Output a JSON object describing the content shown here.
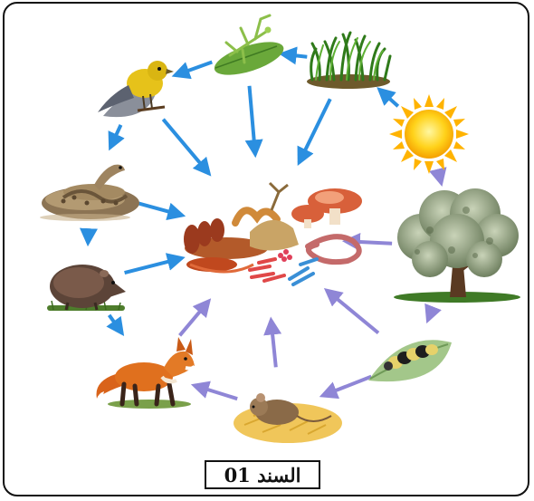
{
  "caption": "السند 01",
  "colors": {
    "arrow_blue": "#2b8fe0",
    "arrow_purple": "#8f86d6",
    "frame": "#111111"
  },
  "organisms": [
    {
      "id": "sun",
      "icon": "sun-icon"
    },
    {
      "id": "grass",
      "icon": "grass-icon"
    },
    {
      "id": "mantis",
      "icon": "mantis-icon"
    },
    {
      "id": "bird",
      "icon": "bird-icon"
    },
    {
      "id": "snake",
      "icon": "snake-icon"
    },
    {
      "id": "shrew",
      "icon": "shrew-icon"
    },
    {
      "id": "fox",
      "icon": "fox-icon"
    },
    {
      "id": "mouse",
      "icon": "mouse-icon"
    },
    {
      "id": "caterpillar",
      "icon": "caterpillar-icon"
    },
    {
      "id": "tree",
      "icon": "tree-icon"
    },
    {
      "id": "decomposers",
      "icon": "decomposers-icon"
    }
  ],
  "links": [
    {
      "from": "sun",
      "to": "grass",
      "color": "blue"
    },
    {
      "from": "sun",
      "to": "tree",
      "color": "purple"
    },
    {
      "from": "grass",
      "to": "mantis",
      "color": "blue"
    },
    {
      "from": "mantis",
      "to": "bird",
      "color": "blue"
    },
    {
      "from": "bird",
      "to": "snake",
      "color": "blue"
    },
    {
      "from": "snake",
      "to": "shrew",
      "color": "blue"
    },
    {
      "from": "shrew",
      "to": "fox",
      "color": "blue"
    },
    {
      "from": "tree",
      "to": "caterpillar",
      "color": "purple"
    },
    {
      "from": "caterpillar",
      "to": "mouse",
      "color": "purple"
    },
    {
      "from": "mouse",
      "to": "fox",
      "color": "purple"
    },
    {
      "from": "mantis",
      "to": "decomposers",
      "color": "blue"
    },
    {
      "from": "grass",
      "to": "decomposers",
      "color": "blue"
    },
    {
      "from": "bird",
      "to": "decomposers",
      "color": "blue"
    },
    {
      "from": "snake",
      "to": "decomposers",
      "color": "blue"
    },
    {
      "from": "shrew",
      "to": "decomposers",
      "color": "blue"
    },
    {
      "from": "tree",
      "to": "decomposers",
      "color": "purple"
    },
    {
      "from": "caterpillar",
      "to": "decomposers",
      "color": "purple"
    },
    {
      "from": "mouse",
      "to": "decomposers",
      "color": "purple"
    },
    {
      "from": "fox",
      "to": "decomposers",
      "color": "purple"
    }
  ]
}
